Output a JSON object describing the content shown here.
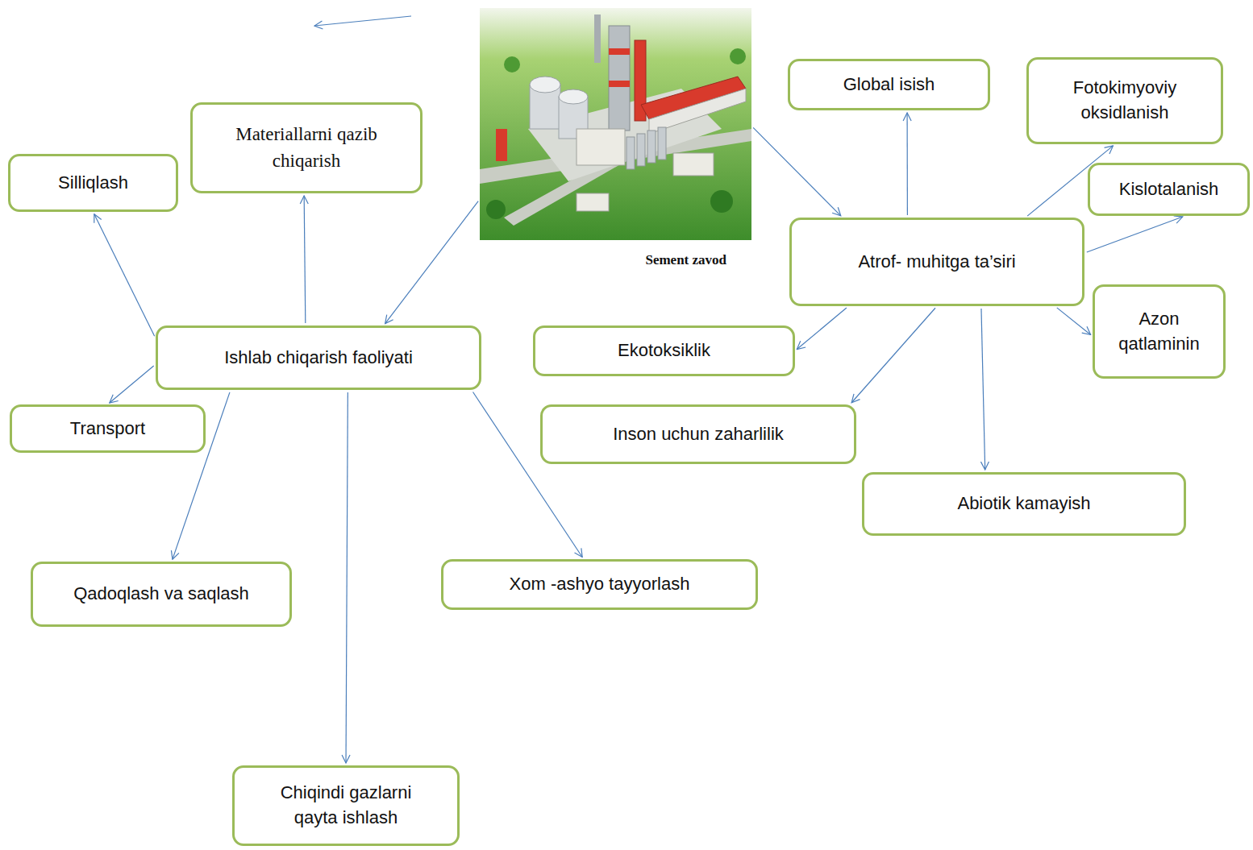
{
  "diagram": {
    "nodes": [
      {
        "text": [
          "Sement zavod"
        ]
      },
      {
        "text": [
          "Global isish"
        ]
      },
      {
        "text": [
          "Fotokimyoviy oksidlanish"
        ]
      },
      {
        "text": [
          "Materiallarni qazib chiqarish"
        ]
      },
      {
        "text": [
          "Silliqlash"
        ]
      },
      {
        "text": [
          "Kislotalanish"
        ]
      },
      {
        "text": [
          "Atrof- muhitga ta’siri"
        ]
      },
      {
        "text": [
          "Azon qatlaminin"
        ]
      },
      {
        "text": [
          "Ishlab chiqarish faoliyati"
        ]
      },
      {
        "text": [
          "Ekotoksiklik"
        ]
      },
      {
        "text": [
          "Transport"
        ]
      },
      {
        "text": [
          "Inson uchun zaharlilik"
        ]
      },
      {
        "text": [
          "Abiotik kamayish"
        ]
      },
      {
        "text": [
          "Qadoqlash va saqlash"
        ]
      },
      {
        "text": [
          "Xom -ashyo tayyorlash"
        ]
      },
      {
        "text": [
          "Chiqindi gazlarni qayta ishlash"
        ]
      }
    ],
    "edges": [
      {
        "from": 0,
        "to": 8,
        "arrow": "to"
      },
      {
        "from": 0,
        "to": 6,
        "arrow": "to"
      },
      {
        "from": 8,
        "to": 3,
        "arrow": "to"
      },
      {
        "from": 8,
        "to": 4,
        "arrow": "to"
      },
      {
        "from": 8,
        "to": 10,
        "arrow": "to"
      },
      {
        "from": 8,
        "to": 13,
        "arrow": "to"
      },
      {
        "from": 8,
        "to": 14,
        "arrow": "to"
      },
      {
        "from": 8,
        "to": 15,
        "arrow": "to"
      },
      {
        "from": 6,
        "to": 1,
        "arrow": "to"
      },
      {
        "from": 6,
        "to": 2,
        "arrow": "to"
      },
      {
        "from": 6,
        "to": 5,
        "arrow": "to"
      },
      {
        "from": 6,
        "to": 7,
        "arrow": "to"
      },
      {
        "from": 6,
        "to": 9,
        "arrow": "to"
      },
      {
        "from": 6,
        "to": 11,
        "arrow": "to"
      },
      {
        "from": 6,
        "to": 12,
        "arrow": "to"
      }
    ]
  }
}
